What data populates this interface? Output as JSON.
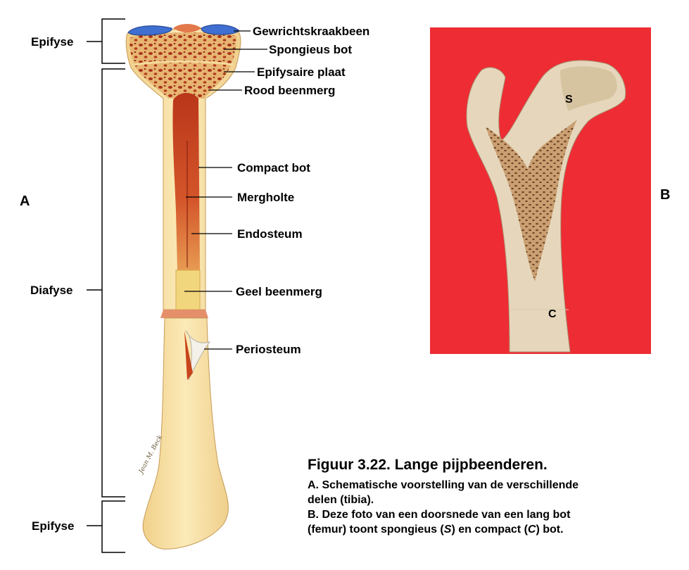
{
  "panel_a": {
    "letter": "A",
    "regions": {
      "epiphysis_top": "Epifyse",
      "diaphysis": "Diafyse",
      "epiphysis_bottom": "Epifyse"
    },
    "labels": {
      "articular_cartilage": "Gewrichtskraakbeen",
      "spongy_bone": "Spongieus bot",
      "epiphyseal_plate": "Epifysaire plaat",
      "red_marrow": "Rood beenmerg",
      "compact_bone": "Compact bot",
      "medullary_cavity": "Mergholte",
      "endosteum": "Endosteum",
      "yellow_marrow": "Geel beenmerg",
      "periosteum": "Periosteum"
    },
    "signature": "Jean M. Beck"
  },
  "panel_b": {
    "letter": "B",
    "markers": {
      "spongy": "S",
      "compact": "C"
    }
  },
  "caption": {
    "title": "Figuur 3.22. Lange pijpbeenderen.",
    "line1": "A. Schematische voorstelling van de verschillende",
    "line2": "delen (tibia).",
    "line3": "B. Deze foto van een doorsnede van een lang bot",
    "line4_pre": "(femur) toont spongieus (",
    "line4_s": "S",
    "line4_mid": ") en compact (",
    "line4_c": "C",
    "line4_post": ") bot."
  },
  "colors": {
    "photo_background": "#ee2c34",
    "bone": "#f4dc9c",
    "marrow_red": "#c8471f",
    "cartilage": "#3f6fd0"
  }
}
